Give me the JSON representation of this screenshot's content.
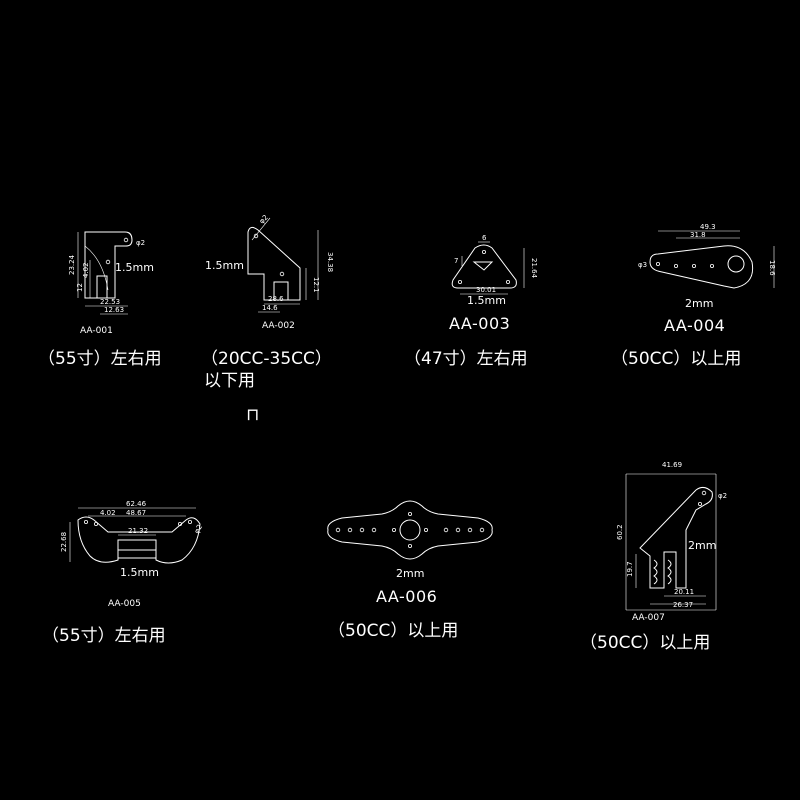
{
  "parts": [
    {
      "code": "AA-001",
      "thickness": "1.5mm",
      "usage": "（55寸）左右用",
      "dims": [
        "φ2",
        "23.24",
        "4.02",
        "12",
        "22.53",
        "12.63"
      ]
    },
    {
      "code": "AA-002",
      "thickness": "1.5mm",
      "usage_line1": "（20CC-35CC）",
      "usage_line2": "以下用",
      "mark": "⊓",
      "dims": [
        "φ2",
        "34.38",
        "12.1",
        "28.6",
        "14.6"
      ]
    },
    {
      "code": "AA-003",
      "thickness": "1.5mm",
      "usage": "（47寸）左右用",
      "dims": [
        "6",
        "7",
        "21.64",
        "30.01"
      ]
    },
    {
      "code": "AA-004",
      "thickness": "2mm",
      "usage": "（50CC）以上用",
      "dims": [
        "49.3",
        "31.8",
        "φ3",
        "18.6"
      ]
    },
    {
      "code": "AA-005",
      "thickness": "1.5mm",
      "usage": "（55寸）左右用",
      "dims": [
        "62.46",
        "4.02",
        "48.67",
        "21.32",
        "22.68",
        "φ2"
      ]
    },
    {
      "code": "AA-006",
      "thickness": "2mm",
      "usage": "（50CC）以上用"
    },
    {
      "code": "AA-007",
      "thickness": "2mm",
      "usage": "（50CC）以上用",
      "dims": [
        "41.69",
        "φ2",
        "60.2",
        "19.7",
        "20.11",
        "26.37"
      ]
    }
  ]
}
